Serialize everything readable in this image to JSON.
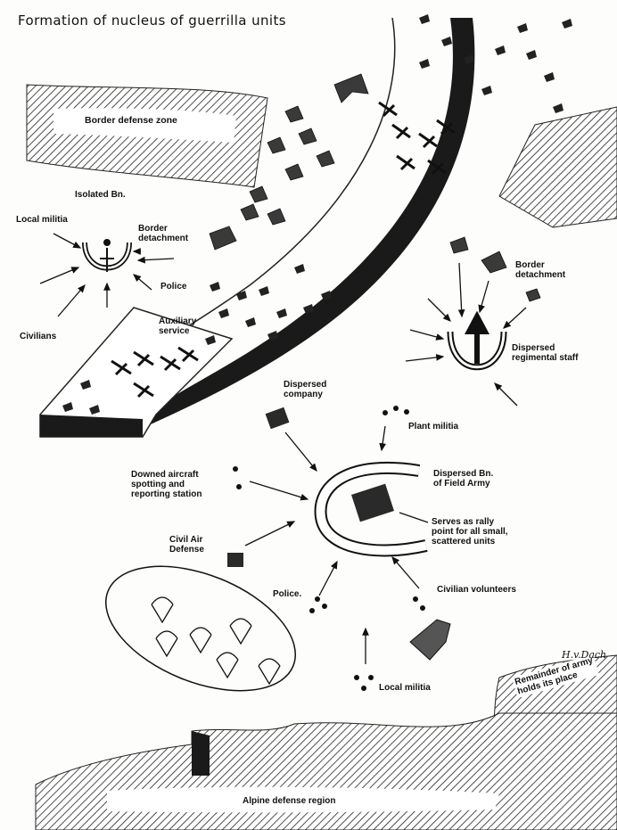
{
  "title": "Formation of nucleus of guerrilla units",
  "signature": "H.v.Dach",
  "labels": {
    "border_defense_zone": "Border defense zone",
    "isolated_bn": "Isolated Bn.",
    "local_militia_top": "Local militia",
    "border_detachment_left": "Border\ndetachment",
    "police_left": "Police",
    "civilians": "Civilians",
    "auxiliary_service": "Auxiliary\nservice",
    "border_detachment_right": "Border\ndetachment",
    "dispersed_regimental_staff": "Dispersed\nregimental staff",
    "dispersed_company": "Dispersed\ncompany",
    "plant_militia": "Plant militia",
    "downed_aircraft": "Downed aircraft\nspotting and\nreporting station",
    "dispersed_bn": "Dispersed Bn.\nof Field Army",
    "rally_point": "Serves as rally\npoint for all small,\nscattered units",
    "civil_air_defense": "Civil Air\nDefense",
    "police_bottom": "Police.",
    "civilian_volunteers": "Civilian volunteers",
    "local_militia_bottom": "Local militia",
    "remainder_of_army": "Remainder of army\nholds its place",
    "alpine_defense_region": "Alpine defense region"
  }
}
